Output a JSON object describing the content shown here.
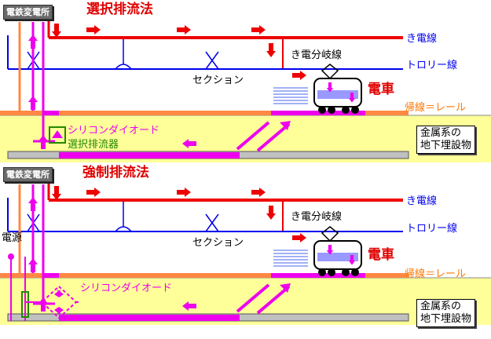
{
  "panels": [
    {
      "station": "電鉄変電所",
      "title": "選択排流法",
      "feeder": "き電線",
      "branch": "き電分岐線",
      "trolley": "トロリー線",
      "section": "セクション",
      "train": "電車",
      "return": "帰線＝レール",
      "diode": "シリコンダイオード",
      "drainage": "選択排流器",
      "structure": [
        "金属系の",
        "地下埋設物"
      ]
    },
    {
      "station": "電鉄変電所",
      "title": "強制排流法",
      "feeder": "き電線",
      "branch": "き電分岐線",
      "trolley": "トロリー線",
      "section": "セクション",
      "train": "電車",
      "return": "帰線＝レール",
      "power": "電源",
      "diode": "シリコンダイオード",
      "structure": [
        "金属系の",
        "地下埋設物"
      ]
    }
  ],
  "colors": {
    "feeder": "#ee0000",
    "trolley": "#0000ee",
    "rail": "#ff8844",
    "current": "#ee00ee",
    "ground": "#ffff99",
    "pipe": "#c0c0c0",
    "station": "#6a6a6a",
    "train_body": "#9999ff",
    "diode_box": "#228800"
  },
  "icons": [
    "station-icon",
    "train-icon",
    "diode-icon",
    "bridge-rectifier-icon",
    "power-source-icon",
    "current-arrow-icon"
  ]
}
